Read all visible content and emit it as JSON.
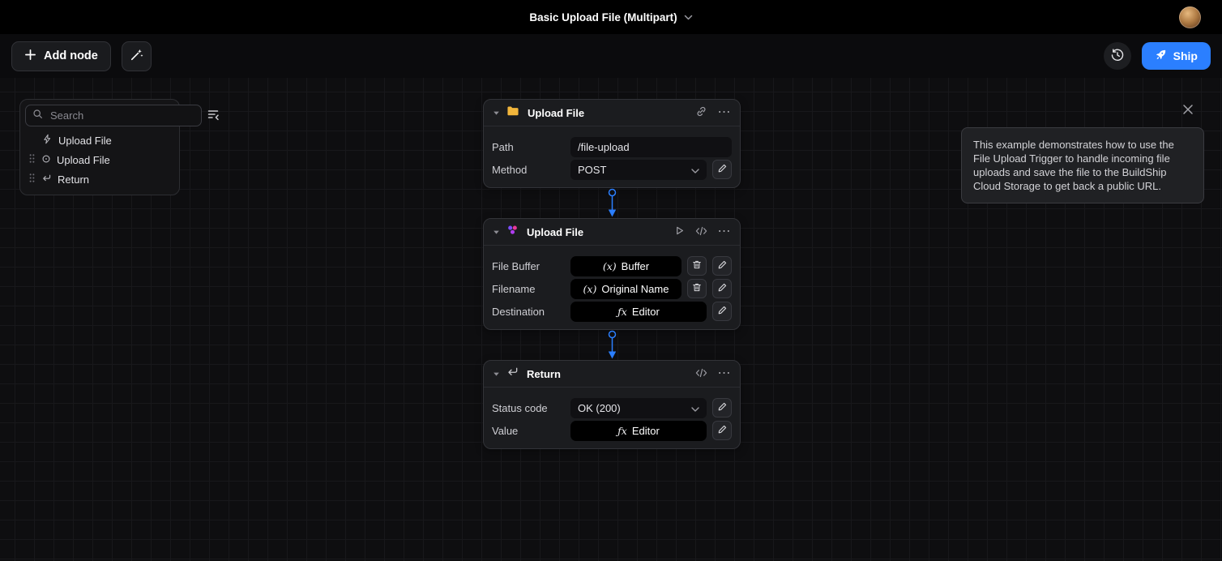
{
  "topbar": {
    "title": "Basic Upload File (Multipart)"
  },
  "toolbar": {
    "add_node": "Add node",
    "ship": "Ship"
  },
  "palette": {
    "search_placeholder": "Search",
    "items": [
      {
        "label": "Upload File"
      },
      {
        "label": "Upload File"
      },
      {
        "label": "Return"
      }
    ]
  },
  "nodes": [
    {
      "title": "Upload File",
      "fields": [
        {
          "label": "Path",
          "value": "/file-upload"
        },
        {
          "label": "Method",
          "value": "POST"
        }
      ]
    },
    {
      "title": "Upload File",
      "fields": [
        {
          "label": "File Buffer",
          "prefix": "(x)",
          "value": "Buffer"
        },
        {
          "label": "Filename",
          "prefix": "(x)",
          "value": "Original Name"
        },
        {
          "label": "Destination",
          "prefix": "ƒx",
          "value": "Editor"
        }
      ]
    },
    {
      "title": "Return",
      "fields": [
        {
          "label": "Status code",
          "value": "OK (200)"
        },
        {
          "label": "Value",
          "prefix": "ƒx",
          "value": "Editor"
        }
      ]
    }
  ],
  "info_card": {
    "text": "This example demonstrates how to use the File Upload Trigger to handle incoming file uploads and save the file to the BuildShip Cloud Storage to get back a public URL."
  },
  "icons": {
    "ellipsis": "⋯"
  },
  "colors": {
    "accent": "#2b7fff"
  }
}
